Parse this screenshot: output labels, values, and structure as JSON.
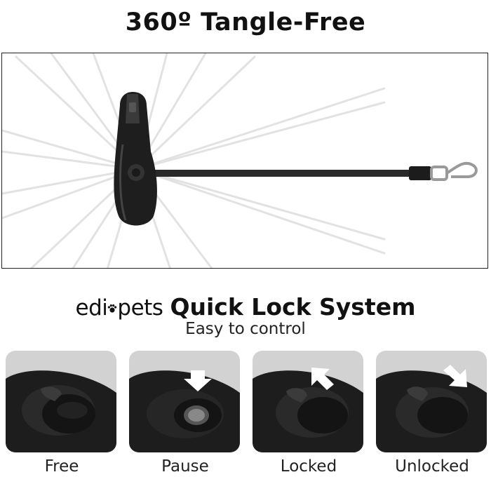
{
  "title": "360º Tangle-Free",
  "brand": {
    "name_prefix": "edi",
    "name_suffix": "pets",
    "headline": "Quick Lock System",
    "subtitle": "Easy to control"
  },
  "modes": [
    {
      "label": "Free",
      "arrow": "none"
    },
    {
      "label": "Pause",
      "arrow": "down"
    },
    {
      "label": "Locked",
      "arrow": "up-left"
    },
    {
      "label": "Unlocked",
      "arrow": "down-right"
    }
  ],
  "colors": {
    "text": "#111111",
    "panel_bg": "#d2d2d2",
    "leash": "#2a2a2a",
    "burst": "#e4e4e4"
  }
}
